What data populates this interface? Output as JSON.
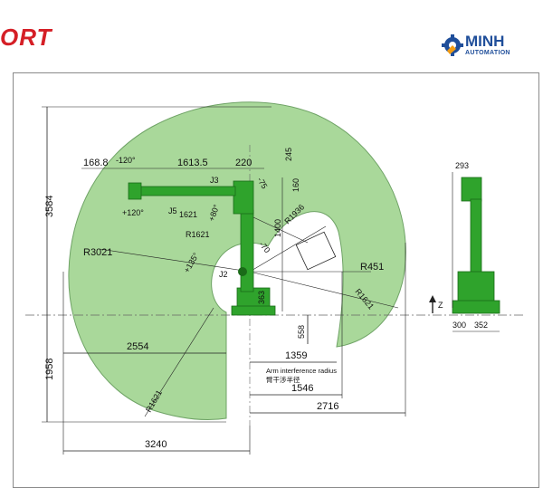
{
  "header": {
    "brand_text": "ORT",
    "logo_word": "MINH",
    "logo_sub": "AUTOMATION"
  },
  "colors": {
    "workspace_fill": "#a9d89a",
    "robot_green": "#2fa32c",
    "brand_red": "#d51f26",
    "logo_blue": "#1f4e9a"
  },
  "dimensions": {
    "d3584": "3584",
    "d1958": "1958",
    "d3240": "3240",
    "d2554": "2554",
    "d1359": "1359",
    "d1546": "1546",
    "d2716": "2716",
    "d558": "558",
    "d363": "363",
    "d1400": "1400",
    "d160": "160",
    "d245": "245",
    "d220": "220",
    "d1613": "1613.5",
    "d1688": "168.8",
    "d293": "293",
    "d300": "300",
    "d352": "352",
    "r3021": "R3021",
    "r1621_top": "R1621",
    "r1621_bottom": "R1621",
    "r1621_right": "R1621",
    "r1621_j5": "1621",
    "r1936": "R1936",
    "r451": "R451"
  },
  "angles": {
    "a_m120": "-120°",
    "a_p120": "+120°",
    "a_p135": "+135°",
    "a_p80": "+80°",
    "a_m75": "-75",
    "a_m70": "-70"
  },
  "joint_labels": {
    "j2": "J2",
    "j3": "J3",
    "j5": "J5",
    "z": "Z"
  },
  "notes": {
    "interference_en": "Arm interference radius",
    "interference_cn": "臂干涉半径"
  }
}
